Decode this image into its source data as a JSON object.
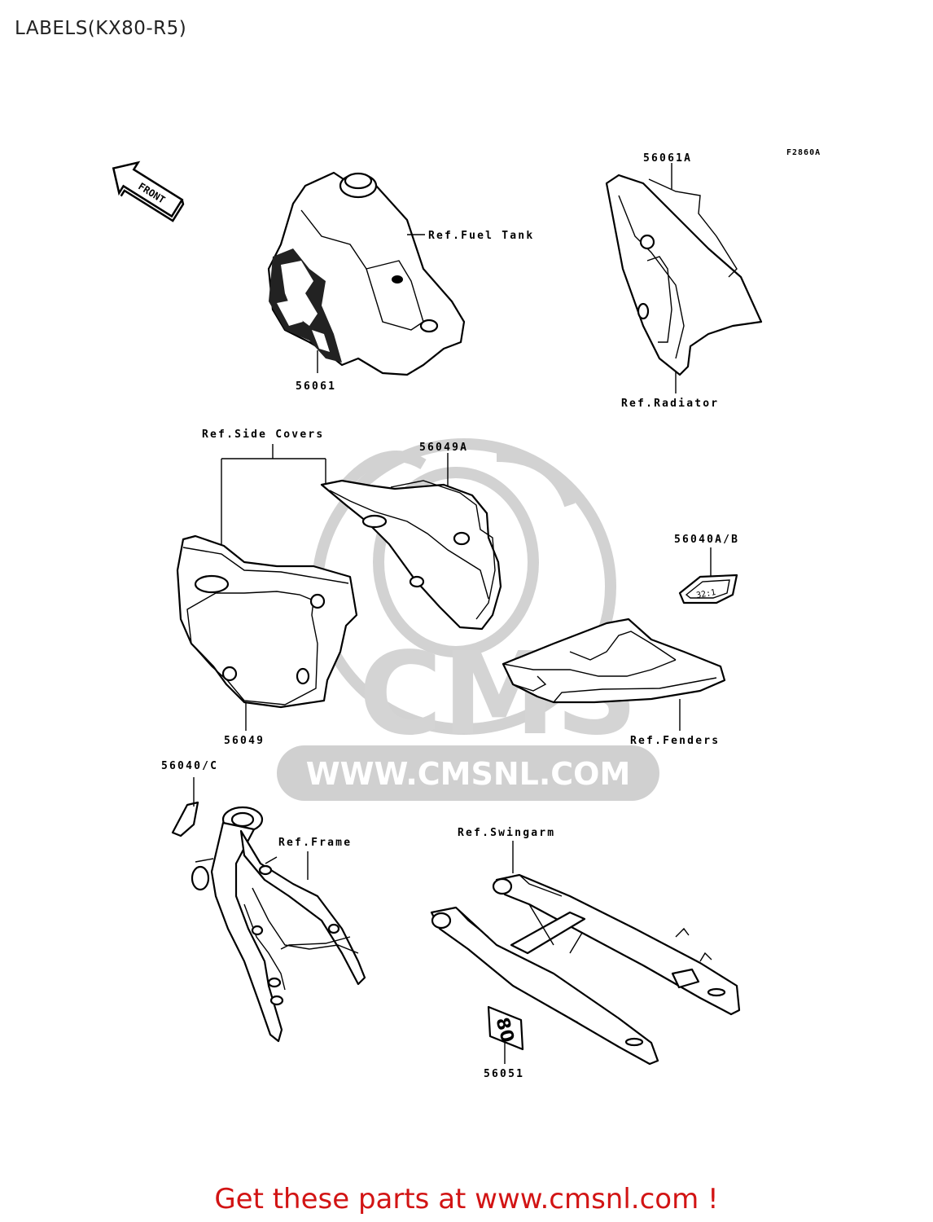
{
  "title": "LABELS(KX80-R5)",
  "figure_code": "F2860A",
  "direction_arrow": "FRONT",
  "callouts": {
    "fuel_tank_ref": "Ref.Fuel Tank",
    "tank_label": "56061",
    "radiator_label": "56061A",
    "radiator_ref": "Ref.Radiator",
    "side_covers_ref": "Ref.Side Covers",
    "side_cover_right_label": "56049A",
    "side_cover_left_label": "56049",
    "emblem_label": "56040A/B",
    "fenders_ref": "Ref.Fenders",
    "frame_label": "56040/C",
    "frame_ref": "Ref.Frame",
    "swingarm_ref": "Ref.Swingarm",
    "swingarm_label": "56051"
  },
  "decal_texts": {
    "emblem": "32:1",
    "number_plate": "80"
  },
  "watermark": {
    "logo": "CMS",
    "url": "WWW.CMSNL.COM"
  },
  "footer": {
    "text": "Get these parts at www.cmsnl.com !",
    "color": "#d21414"
  }
}
